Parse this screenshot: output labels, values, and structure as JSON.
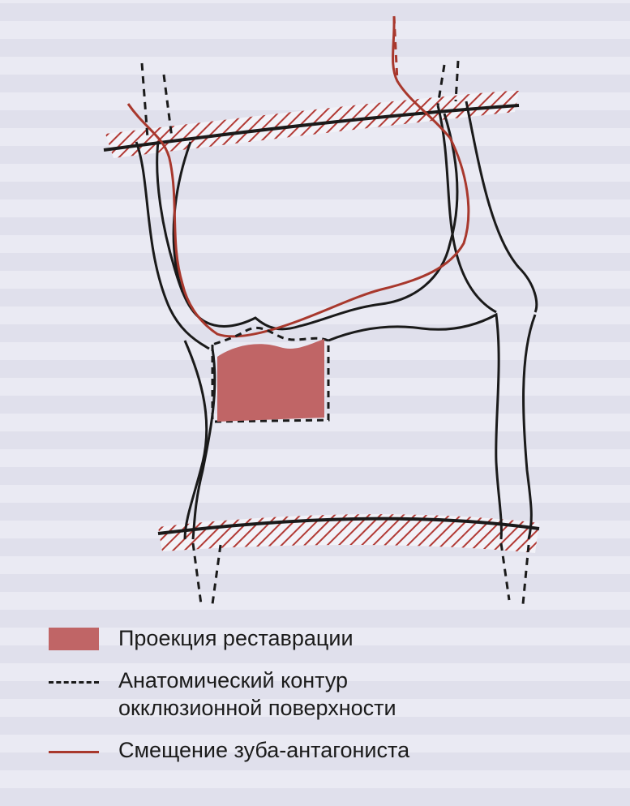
{
  "legend": {
    "restoration_label": "Проекция реставрации",
    "anatomical_contour_label_line1": "Анатомический контур",
    "anatomical_contour_label_line2": "окклюзионной поверхности",
    "antagonist_shift_label": "Смещение зуба-антагониста"
  },
  "colors": {
    "restoration": "#c06566",
    "antagonist_shift": "#a8382d",
    "tooth_outline": "#1a1a1a",
    "hatch": "#b23a35"
  }
}
